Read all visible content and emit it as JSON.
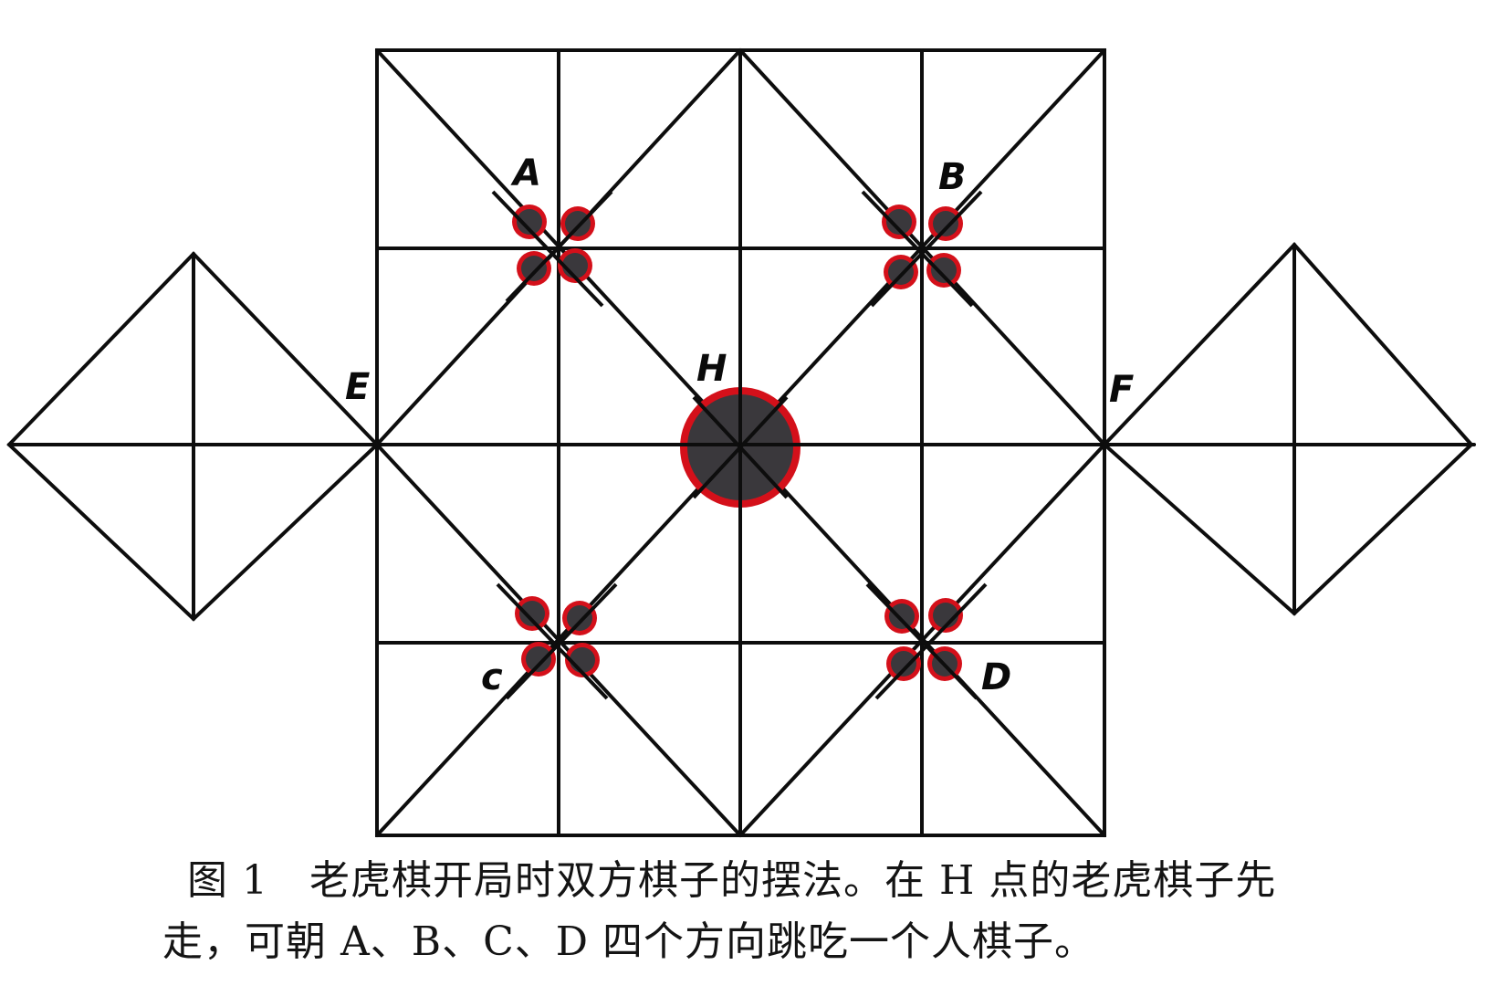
{
  "figure": {
    "caption_line1": "图 1　老虎棋开局时双方棋子的摆法。在 H 点的老虎棋子先",
    "caption_line2": "走，可朝 A、B、C、D 四个方向跳吃一个人棋子。"
  },
  "labels": {
    "A": "A",
    "B": "B",
    "C": "c",
    "D": "D",
    "E": "E",
    "F": "F",
    "H": "H"
  },
  "colors": {
    "line": "#0d0d0d",
    "piece_fill": "#3a383c",
    "piece_ring": "#d4101a",
    "background": "#ffffff"
  },
  "pieces": {
    "tiger": {
      "point": "H",
      "count": 1
    },
    "people_groups": [
      {
        "point": "A",
        "count": 4
      },
      {
        "point": "B",
        "count": 4
      },
      {
        "point": "C",
        "count": 4
      },
      {
        "point": "D",
        "count": 4
      }
    ]
  }
}
